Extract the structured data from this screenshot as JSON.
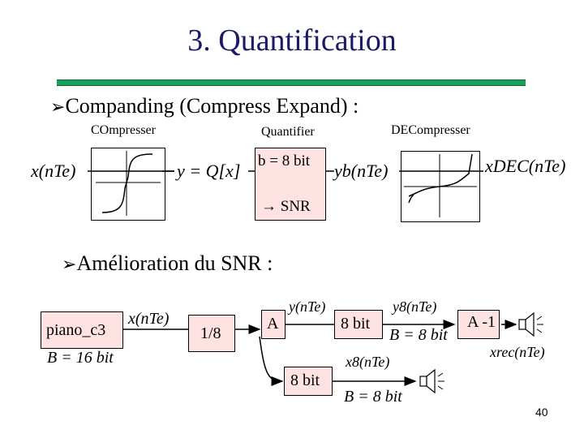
{
  "slide": {
    "title": "3. Quantification",
    "bullet1": "Companding (Compress Expand) :",
    "bullet2": "Amélioration du SNR :",
    "page_number": "40",
    "accent_color": "#1aa05a",
    "title_color": "#1a1a66",
    "box_fill": "#ffe3e3"
  },
  "diagram1": {
    "compressor_label": "COmpresser",
    "quantifier_label": "Quantifier",
    "decompressor_label": "DECompresser",
    "input_signal": "x(nTe)",
    "quantized_signal": "y = Q[x]",
    "bits_label": "b = 8 bit",
    "output_signal": "yb(nTe)",
    "snr_label": "→ SNR",
    "final_signal": "xDEC(nTe)"
  },
  "diagram2": {
    "source_label": "piano_c3",
    "source_bits": "B = 16 bit",
    "input_signal": "x(nTe)",
    "gain_label": "1/8",
    "compander_label": "A",
    "compander_output": "y(nTe)",
    "quantizer_top": "8 bit",
    "quantized_top": "y8(nTe)",
    "quantized_top_bits": "B = 8 bit",
    "expander_label": "A -1",
    "reconstructed": "xrec(nTe)",
    "quantizer_bottom": "8 bit",
    "quantized_bottom": "x8(nTe)",
    "quantized_bottom_bits": "B = 8 bit",
    "speaker_icon": "speaker-icon"
  }
}
